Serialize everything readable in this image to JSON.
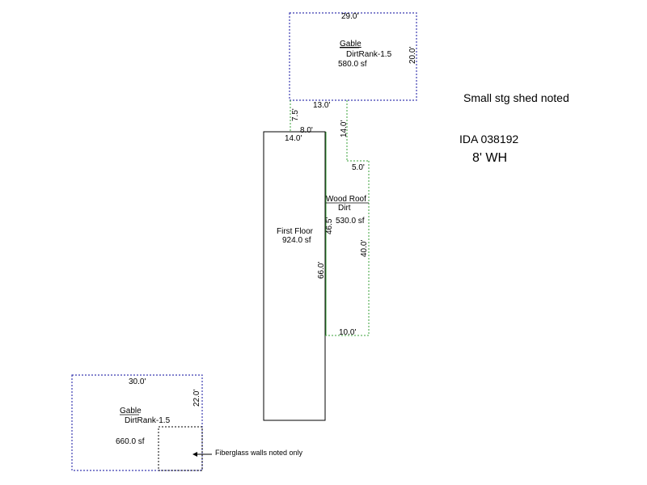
{
  "top_gable": {
    "type_label": "Gable",
    "rank_label": "DirtRank-1.5",
    "area": "580.0 sf",
    "width_dim": "29.0'",
    "depth_dim": "20.0'",
    "border_color": "#3b3bb0"
  },
  "connector": {
    "dim_7_5": "7.5'",
    "dim_13": "13.0'",
    "dim_8": "8.0'",
    "dim_14_vertical": "14.0'",
    "color": "#3aa03a"
  },
  "first_floor": {
    "name": "First Floor",
    "area": "924.0 sf",
    "width_dim": "14.0'",
    "height_dim": "66.0'"
  },
  "wood_roof": {
    "type_label": "Wood Roof",
    "sub_label": "Dirt",
    "area": "530.0 sf",
    "dim_5": "5.0'",
    "dim_46_5": "46.5'",
    "dim_40": "40.0'",
    "dim_10": "10.0'",
    "color": "#3aa03a"
  },
  "bottom_gable": {
    "type_label": "Gable",
    "rank_label": "DirtRank-1.5",
    "area": "660.0 sf",
    "width_dim": "30.0'",
    "depth_dim": "22.0'",
    "border_color": "#3b3bb0"
  },
  "notes": {
    "shed_note": "Small stg shed noted",
    "ida": "IDA 038192",
    "wall_height": "8' WH",
    "fiberglass_note": "Fiberglass walls noted only"
  }
}
